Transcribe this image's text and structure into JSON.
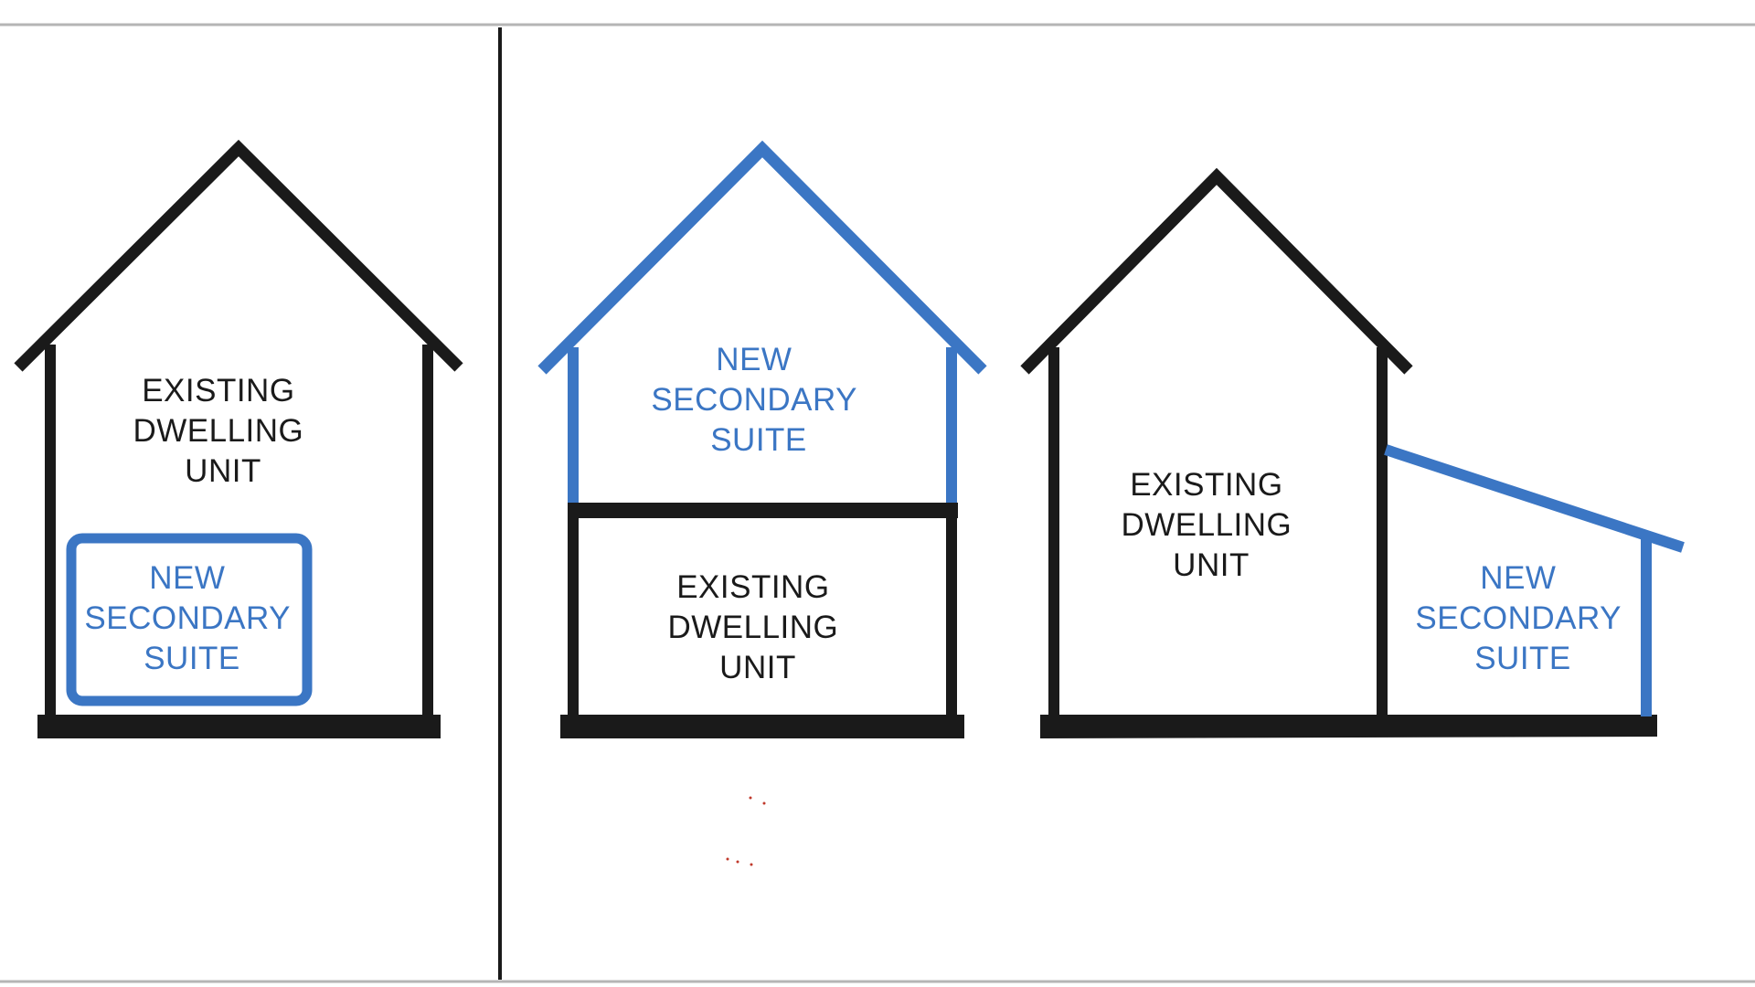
{
  "colors": {
    "existing": "#1a1a1a",
    "new": "#3b76c4",
    "border": "#b5b5b5",
    "background": "#ffffff"
  },
  "panels": [
    {
      "existing_label": [
        "EXISTING",
        "DWELLING",
        "UNIT"
      ],
      "new_label": [
        "NEW",
        "SECONDARY",
        "SUITE"
      ]
    },
    {
      "new_label": [
        "NEW",
        "SECONDARY",
        "SUITE"
      ],
      "existing_label": [
        "EXISTING",
        "DWELLING",
        "UNIT"
      ]
    },
    {
      "existing_label": [
        "EXISTING",
        "DWELLING",
        "UNIT"
      ],
      "new_label": [
        "NEW",
        "SECONDARY",
        "SUITE"
      ]
    }
  ]
}
